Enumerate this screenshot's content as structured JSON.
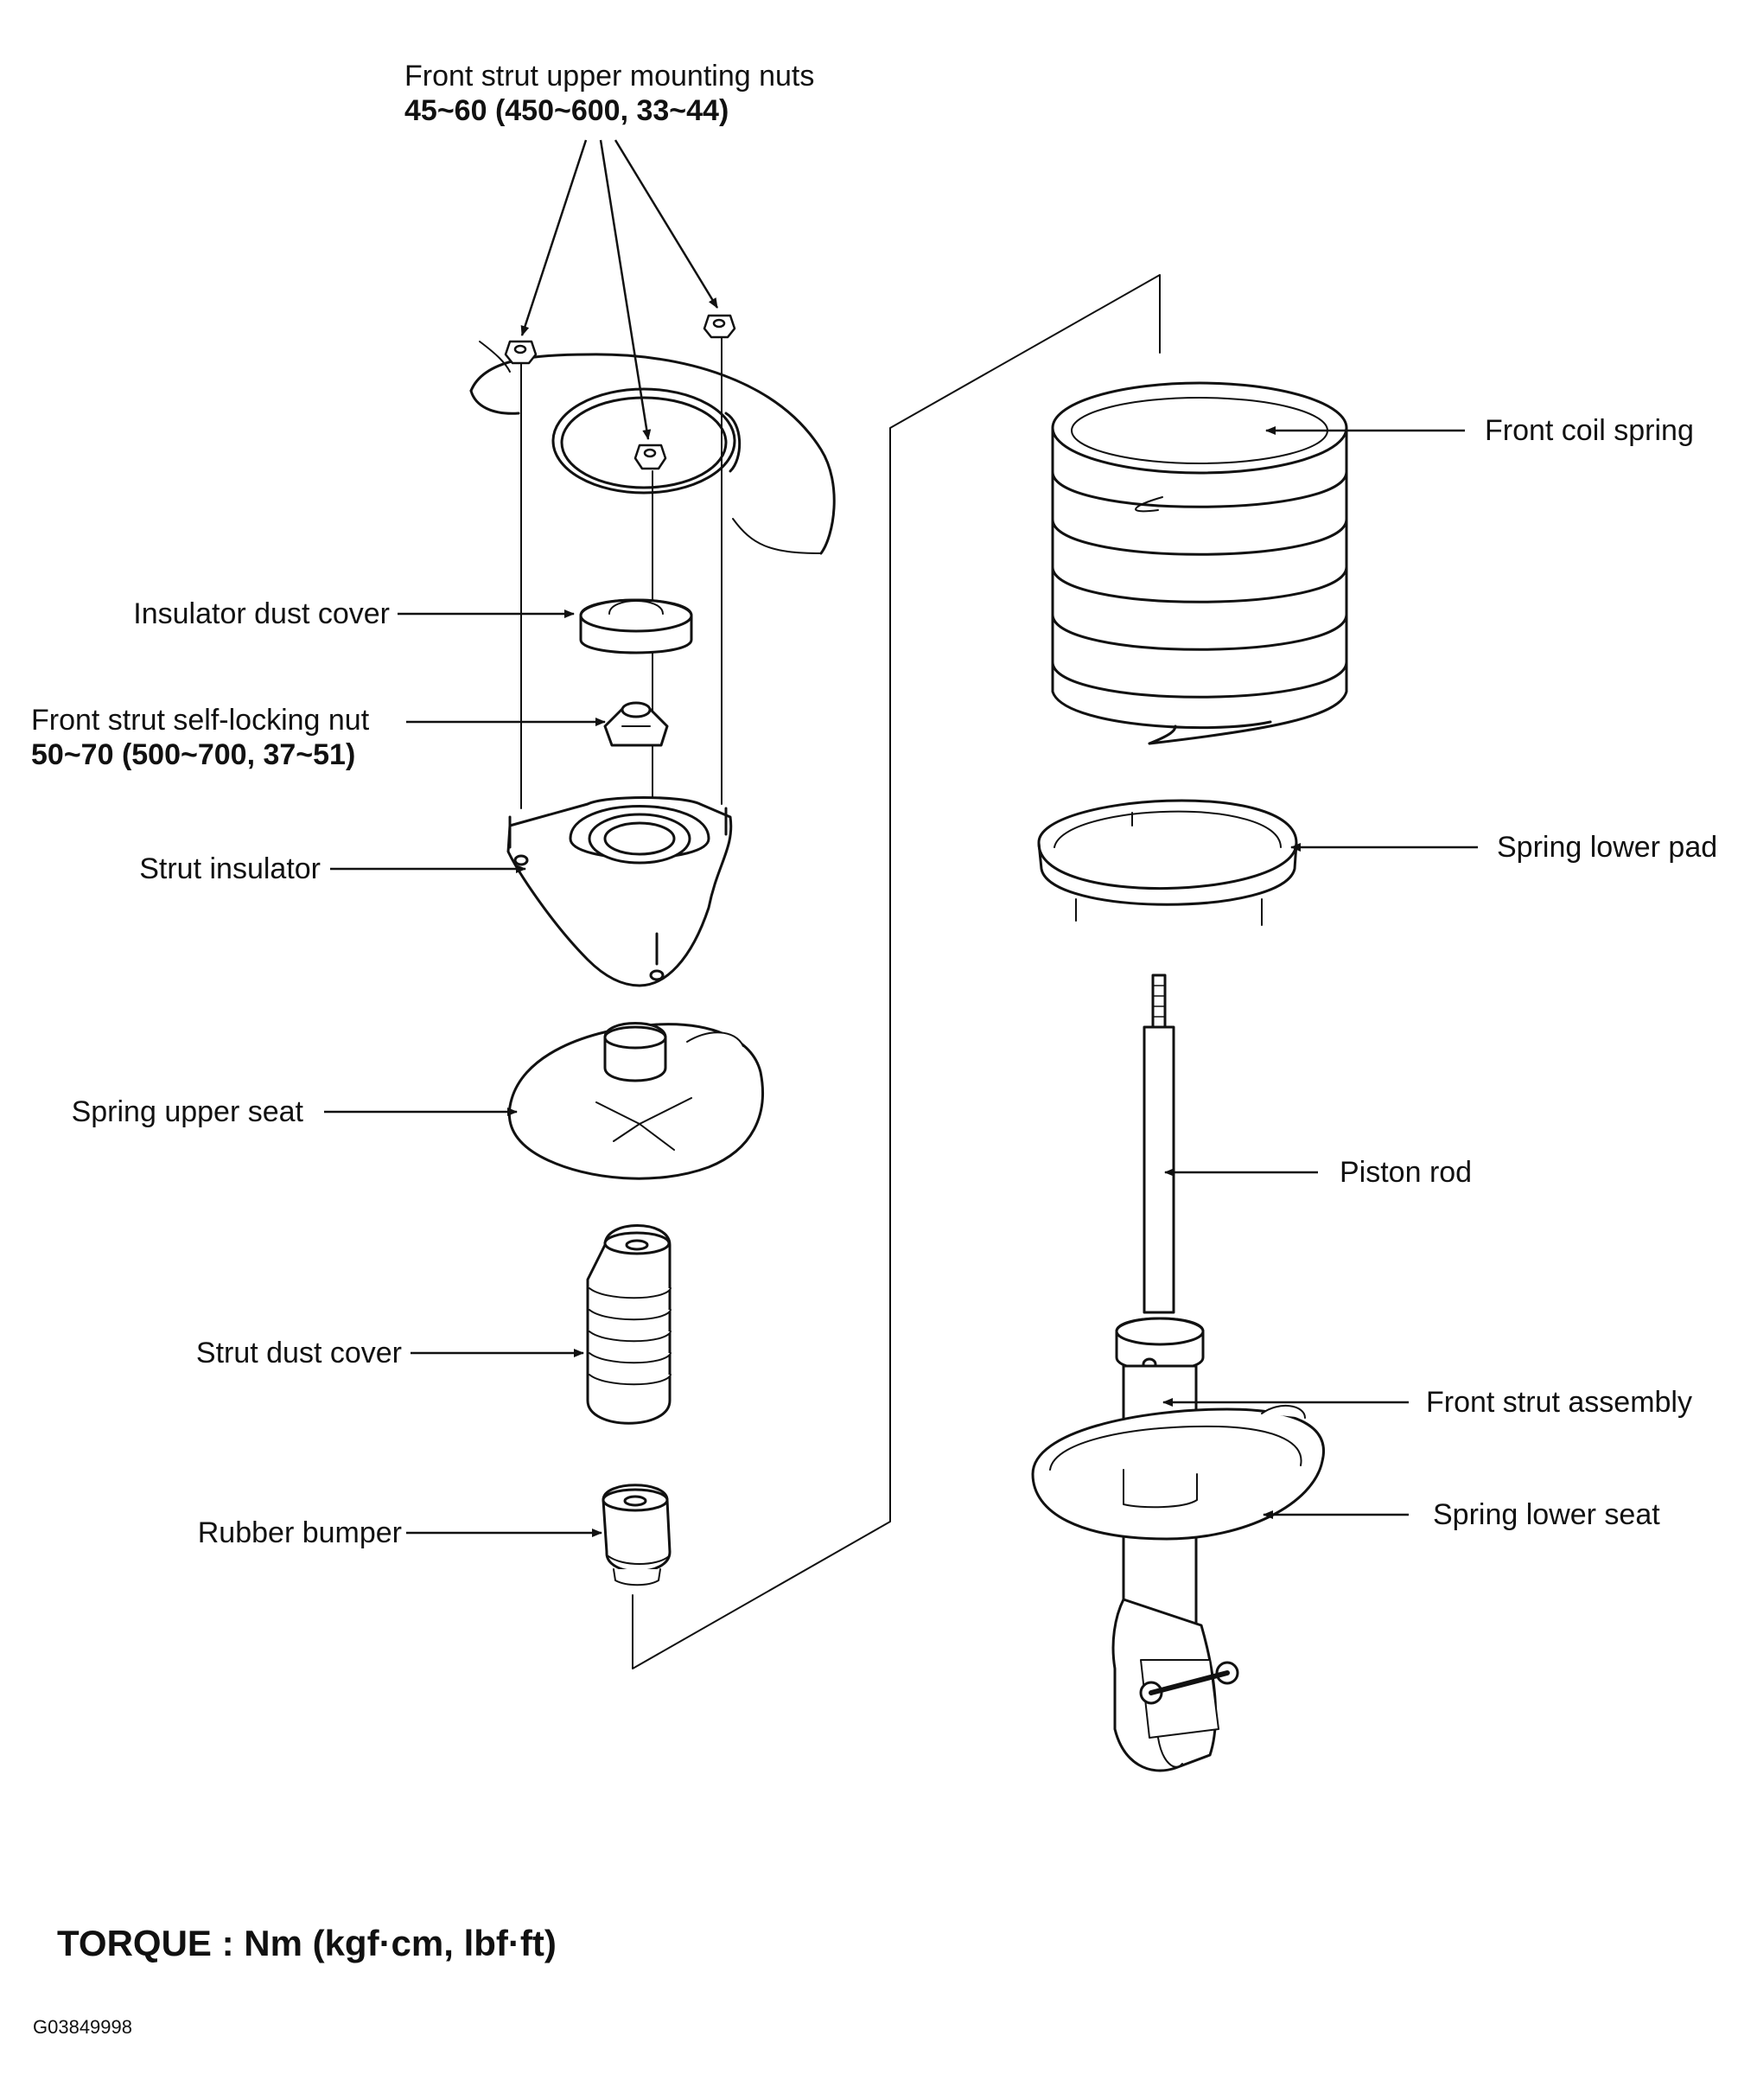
{
  "labels": {
    "upper_nuts": {
      "name": "Front strut upper mounting nuts",
      "spec": "45~60 (450~600, 33~44)"
    },
    "insulator_dust_cover": {
      "name": "Insulator dust cover"
    },
    "self_locking_nut": {
      "name": "Front strut self-locking nut",
      "spec": "50~70 (500~700, 37~51)"
    },
    "strut_insulator": {
      "name": "Strut insulator"
    },
    "spring_upper_seat": {
      "name": "Spring upper seat"
    },
    "strut_dust_cover": {
      "name": "Strut dust cover"
    },
    "rubber_bumper": {
      "name": "Rubber bumper"
    },
    "front_coil_spring": {
      "name": "Front coil spring"
    },
    "spring_lower_pad": {
      "name": "Spring lower pad"
    },
    "piston_rod": {
      "name": "Piston rod"
    },
    "front_strut_assembly": {
      "name": "Front strut assembly"
    },
    "spring_lower_seat": {
      "name": "Spring lower seat"
    }
  },
  "footer": {
    "torque": "TORQUE : Nm (kgf·cm, lbf·ft)",
    "figure_id": "G03849998"
  }
}
